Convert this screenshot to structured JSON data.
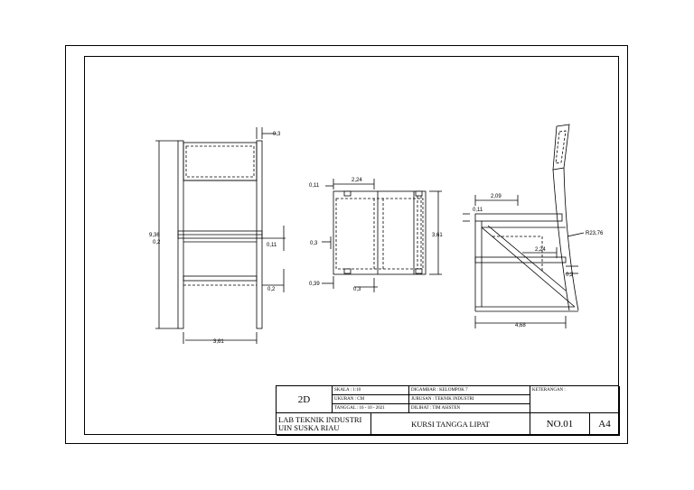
{
  "drawing": {
    "front_view": {
      "dim_top_right": "0,3",
      "dim_height": "9,36",
      "dim_height_sub": "0,2",
      "dim_right_seat": "0,11",
      "dim_right_lower": "0,2",
      "dim_width": "3,61"
    },
    "top_view": {
      "dim_top_left": "0,11",
      "dim_top_width": "2,24",
      "dim_right_height": "3,61",
      "dim_left_side": "0,3",
      "dim_bottom_left": "0,39",
      "dim_bottom_mid": "0,3"
    },
    "side_view": {
      "dim_top": "2,09",
      "dim_top_small": "0,11",
      "dim_radius": "R23,76",
      "dim_mid": "2,24",
      "dim_right_small": "0,2",
      "dim_bottom_width": "4,68"
    }
  },
  "title_block": {
    "view_type": "2D",
    "skala": "SKALA      :  1:10",
    "ukuran": "UKURAN    :  CM",
    "tanggal": "TANGGAL  :  16 - 10 - 2021",
    "digambar": "DIGAMBAR : KELOMPOK 7",
    "jurusan": "JURUSAN   : TEKNIK INDUSTRI",
    "dilihat": "DILIHAT     : TIM ASISTEN",
    "keterangan": "KETERANGAN :",
    "lab_line1": "LAB TEKNIK INDUSTRI",
    "lab_line2": "UIN SUSKA RIAU",
    "title": "KURSI TANGGA LIPAT",
    "number": "NO.01",
    "paper": "A4"
  }
}
